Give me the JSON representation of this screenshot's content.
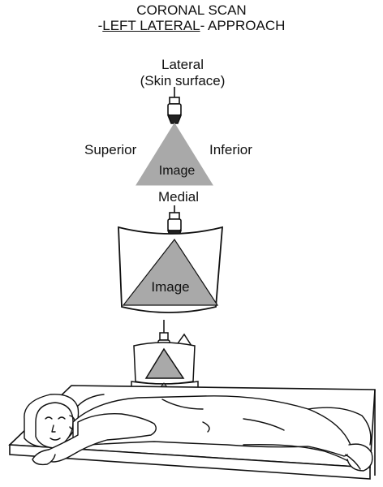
{
  "title": {
    "line1": "CORONAL SCAN",
    "line2_prefix": "-",
    "line2_underlined": "LEFT LATERAL",
    "line2_suffix": "- APPROACH"
  },
  "labels": {
    "lateral": "Lateral",
    "skin_surface": "(Skin surface)",
    "superior": "Superior",
    "inferior": "Inferior",
    "image_top": "Image",
    "medial": "Medial",
    "image_middle": "Image"
  },
  "colors": {
    "image_fill": "#a9a9a9",
    "line": "#111111",
    "background": "#ffffff"
  }
}
